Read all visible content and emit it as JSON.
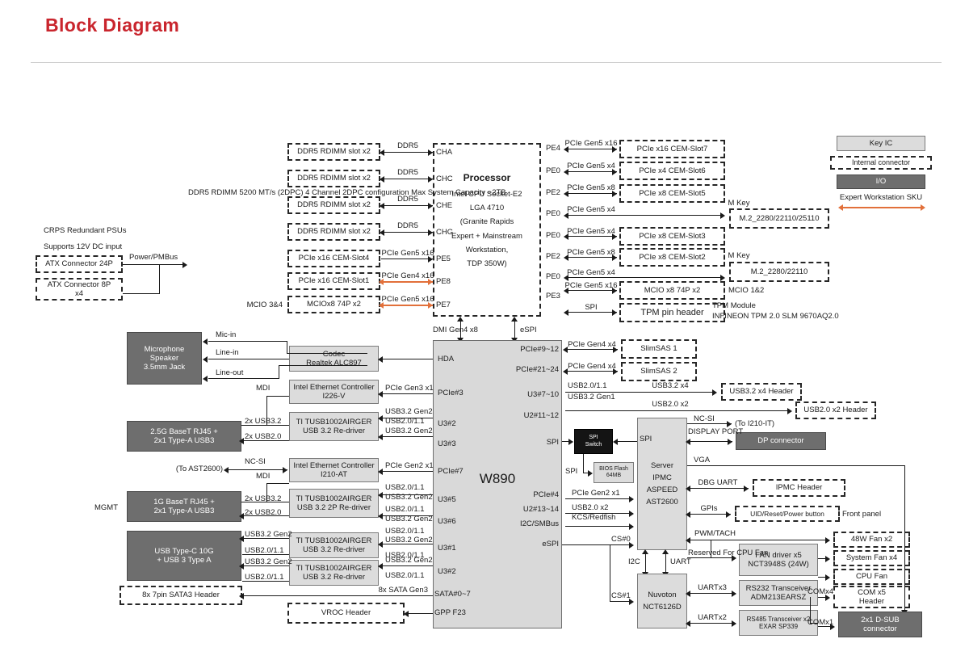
{
  "page": {
    "title": "Block Diagram",
    "accent_color": "#c9252d",
    "key_ic_color": "#dcdcdc",
    "io_color": "#6e6e6e",
    "expert_sku_color": "#e2703a"
  },
  "legend": {
    "key_ic": "Key IC",
    "internal_connector": "Internal connector",
    "io": "I/O",
    "expert_sku": "Expert Workstation SKU"
  },
  "memory": {
    "note_lines": [
      "DDR5 RDIMM",
      "5200 MT/s (2DPC)",
      "4 Channel 2DPC configuration",
      "Max System Capacity ~2TB"
    ],
    "slots": [
      {
        "label": "DDR5 RDIMM slot x2",
        "bus": "DDR5",
        "port": "CHA"
      },
      {
        "label": "DDR5 RDIMM slot x2",
        "bus": "DDR5",
        "port": "CHC"
      },
      {
        "label": "DDR5 RDIMM slot x2",
        "bus": "DDR5",
        "port": "CHE"
      },
      {
        "label": "DDR5 RDIMM slot x2",
        "bus": "DDR5",
        "port": "CHG"
      }
    ]
  },
  "psu": {
    "line1": "CRPS Redundant PSUs",
    "line2": "Supports 12V DC input",
    "connector_24p": "ATX Connector 24P",
    "connector_8p": "ATX Connector 8P",
    "connector_8p_qty": "x4",
    "bus": "Power/PMBus"
  },
  "processor": {
    "title": "Processor",
    "lines": [
      "Intel CPU Socket-E2",
      "LGA 4710",
      "(Granite Rapids",
      "Expert + Mainstream",
      "Workstation,",
      "TDP 350W)"
    ],
    "left_slots": [
      {
        "label": "PCIe x16 CEM-Slot4",
        "bus": "PCIe Gen5 x16",
        "port": "PE5",
        "orange": false
      },
      {
        "label": "PCIe x16 CEM-Slot1",
        "bus": "PCIe Gen4 x16",
        "port": "PE8",
        "orange": true
      },
      {
        "label": "MCIOx8 74P x2",
        "bus": "PCIe Gen5 x16",
        "port": "PE7",
        "orange": true,
        "side_note": "MCIO 3&4"
      }
    ],
    "right_slots": [
      {
        "port": "PE4",
        "bus": "PCIe Gen5 x16",
        "label": "PCIe x16 CEM-Slot7"
      },
      {
        "port": "PE0",
        "bus": "PCIe Gen5 x4",
        "label": "PCIe x4 CEM-Slot6"
      },
      {
        "port": "PE2",
        "bus": "PCIe Gen5 x8",
        "label": "PCIe x8 CEM-Slot5"
      },
      {
        "port": "PE0",
        "bus": "PCIe Gen5 x4",
        "label": "M.2_2280/22110/25110",
        "key": "M Key",
        "far": true
      },
      {
        "port": "PE0",
        "bus": "PCIe Gen5 x4",
        "label": "PCIe x8 CEM-Slot3"
      },
      {
        "port": "PE2",
        "bus": "PCIe Gen5 x8",
        "label": "PCIe x8 CEM-Slot2"
      },
      {
        "port": "PE0",
        "bus": "PCIe Gen5 x4",
        "label": "M.2_2280/22110",
        "key": "M Key",
        "far": true
      },
      {
        "port": "PE3",
        "bus": "PCIe Gen5 x16",
        "label": "MCIO x8 74P x2",
        "side_note": "MCIO 1&2"
      }
    ],
    "tpm": {
      "bus": "SPI",
      "label": "TPM pin header",
      "note_line1": "TPM Module",
      "note_line2": "INFINEON TPM 2.0 SLM 9670AQ2.0"
    },
    "dmi": "DMI Gen4 x8",
    "espi": "eSPI"
  },
  "pch": {
    "name": "W890",
    "left_ports": [
      "HDA",
      "PCIe#3",
      "U3#2",
      "U3#3",
      "PCIe#7",
      "U3#5",
      "U3#6",
      "U3#1",
      "U3#2",
      "SATA#0~7",
      "GPP F23"
    ],
    "right_ports": [
      "PCIe#9~12",
      "PCIe#21~24",
      "U3#7~10",
      "U2#11~12",
      "SPI",
      "PCIe#4",
      "U2#13~14",
      "I2C/SMBus",
      "eSPI"
    ]
  },
  "audio": {
    "jack_lines": [
      "Microphone",
      "Speaker",
      "3.5mm Jack"
    ],
    "codec_lines": [
      "Codec",
      "Realtek ALC897"
    ],
    "signals": [
      "Mic-in",
      "Line-in",
      "Line-out"
    ]
  },
  "lan": [
    {
      "controller_lines": [
        "Intel  Ethernet Controller",
        "I226-V"
      ],
      "uplink": "PCIe Gen3 x1",
      "port": "PCIe#3",
      "phy": "MDI",
      "jack_lines": [
        "2.5G BaseT RJ45 +",
        "2x1 Type-A  USB3"
      ]
    },
    {
      "controller_lines": [
        "Intel  Ethernet Controller",
        "I210-AT"
      ],
      "uplink": "PCIe Gen2 x1",
      "port": "PCIe#7",
      "phy": "MDI",
      "ncsi": "NC-SI",
      "ncsi_target": "(To AST2600)",
      "jack_lines": [
        "1G BaseT RJ45 +",
        "2x1 Type-A  USB3"
      ],
      "mgmt": "MGMT"
    }
  ],
  "redrivers": [
    {
      "lines": [
        "TI TUSB1002AIRGER",
        "USB 3.2 Re-driver"
      ],
      "in": [
        "USB3.2 Gen2",
        "USB2.0/1.1",
        "USB3.2 Gen2"
      ],
      "in_ports": [
        "U3#2",
        "U3#3"
      ],
      "out": [
        "2x USB3.2",
        "2x USB2.0"
      ]
    },
    {
      "lines": [
        "TI TUSB1002AIRGER",
        "USB 3.2 2P Re-driver"
      ],
      "in": [
        "USB2.0/1.1",
        "USB3.2 Gen2",
        "USB2.0/1.1",
        "USB3.2 Gen2"
      ],
      "in_ports": [
        "U3#5",
        "U3#6"
      ],
      "out": [
        "2x USB3.2",
        "2x USB2.0"
      ]
    },
    {
      "lines": [
        "TI TUSB1002AIRGER",
        "USB 3.2 Re-driver"
      ],
      "in": [
        "USB2.0/1.1",
        "USB3.2 Gen2",
        "USB2.0/1.1"
      ],
      "in_ports": [
        "U3#1"
      ],
      "out": [
        "USB3.2 Gen2",
        "USB2.0/1.1"
      ]
    },
    {
      "lines": [
        "TI TUSB1002AIRGER",
        "USB 3.2 Re-driver"
      ],
      "in": [
        "USB3.2 Gen2",
        "USB2.0/1.1"
      ],
      "in_ports": [
        "U3#2"
      ],
      "out": [
        "USB3.2 Gen2",
        "USB2.0/1.1"
      ]
    }
  ],
  "typec": {
    "lines": [
      "USB Type-C 10G",
      "+ USB 3 Type A"
    ]
  },
  "storage": {
    "sata_header": "8x 7pin SATA3 Header",
    "sata_bus": "8x SATA Gen3",
    "sata_port": "SATA#0~7",
    "vroc_header": "VROC Header",
    "vroc_port": "GPP F23"
  },
  "slimsas": [
    {
      "bus": "PCIe Gen4 x4",
      "port": "PCIe#9~12",
      "label": "SlimSAS 1"
    },
    {
      "bus": "PCIe Gen4 x4",
      "port": "PCIe#21~24",
      "label": "SlimSAS 2"
    }
  ],
  "usb_headers": [
    {
      "bus_top": "USB2.0/1.1",
      "bus_bot": "USB3.2 Gen1",
      "bus_mid": "USB3.2 x4",
      "label": "USB3.2 x4 Header",
      "port": "U3#7~10"
    },
    {
      "bus_mid": "USB2.0 x2",
      "label": "USB2.0 x2 Header",
      "port": "U2#11~12"
    }
  ],
  "bmc": {
    "lines": [
      "Server",
      "IPMC",
      "ASPEED",
      "AST2600"
    ],
    "spi_switch": [
      "SPI",
      "Switch"
    ],
    "bios_flash": [
      "BIOS Flash",
      "64MB"
    ],
    "spi_label": "SPI",
    "ncsi": "NC-SI",
    "ncsi_target": "(To I210-IT)",
    "display_port_bus_l1": "DISPLAY",
    "display_port_bus_l2": "PORT",
    "dp_connector": "DP connector",
    "vga": "VGA",
    "dbg_uart": "DBG UART",
    "ipmc_header": "IPMC Header",
    "gpis": "GPIs",
    "front_buttons": "UID/Reset/Power button",
    "front_panel": "Front panel",
    "pwm_tach": "PWM/TACH",
    "pcie_uplink": "PCIe Gen2 x1",
    "usb_uplink_l1": "USB2.0 x2",
    "usb_uplink_l2": "KCS/Redfish",
    "cs0": "CS#0",
    "cs1": "CS#1",
    "i2c": "I2C",
    "uart": "UART"
  },
  "sio": {
    "lines": [
      "Nuvoton",
      "NCT6126D"
    ],
    "reserved_l1": "Reserved",
    "reserved_l2": "For CPU Fan",
    "uart_x3": "UARTx3",
    "uart_x2": "UARTx2"
  },
  "fan": {
    "driver_lines": [
      "FAN driver x5",
      "NCT3948S (24W)"
    ],
    "outputs": [
      "48W Fan  x2",
      "System Fan x4",
      "CPU Fan"
    ]
  },
  "serial": {
    "rs232_lines": [
      "RS232 Transceiver",
      "ADM213EARSZ"
    ],
    "rs485_lines": [
      "RS485 Transceiver x2",
      "EXAR SP339"
    ],
    "com_x4": "COMx4",
    "com_x1": "COMx1",
    "com_header_l1": "COM x5",
    "com_header_l2": "Header",
    "dsub_l1": "2x1 D-SUB",
    "dsub_l2": "connector"
  }
}
